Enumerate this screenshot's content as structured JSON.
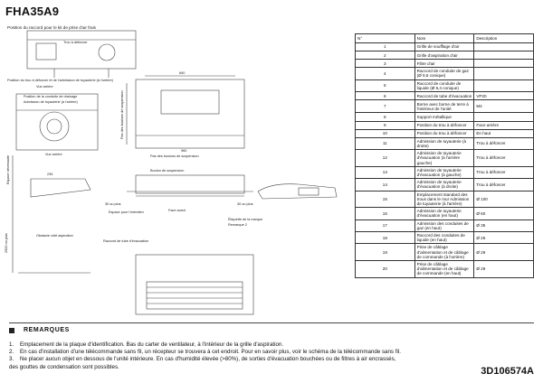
{
  "model": "FHA35A9",
  "doc_number": "3D106574A",
  "drawing_labels": {
    "raccord_kit": "Position du raccord pour le kit de prise d'air frais",
    "trou_deforcer_top": "Trou à défoncer",
    "pos_trou_admission": "Position du trou à défoncer et de l'admission de tuyauterie (à l'arrière)",
    "vue_arriere_1": "Vue arrière",
    "pos_conduite": "Position de la conduite de drainage",
    "admission_arriere": "Admission de tuyauterie (à l'arrière)",
    "vue_arriere_2": "Vue arrière",
    "pas_boulons": "Pas des boulons de suspension",
    "espace_necessaire": "Espace nécessaire",
    "obstacle": "Obstacle côté aspiration",
    "dim_2500": "2500 ou plus",
    "boulon_suspension": "Boulon de suspension",
    "espace_entretien_l": "30 ou plus",
    "espace_entretien_r": "30 ou plus",
    "espace_entretien_txt": "Espace pour l'entretien",
    "face_avant": "Face avant",
    "etiquette_marque": "Étiquette de la marque",
    "remarque_2": "Remarque 2",
    "raccord_tube": "Raccord de tube d'évacuation",
    "pas_boulons_vertical": "Pas des boulons de suspension",
    "dim_960": "960",
    "dim_690": "690",
    "dim_235": "235"
  },
  "parts_table": {
    "headers": {
      "no": "N°",
      "name": "Nom",
      "description": "Description"
    },
    "rows": [
      {
        "no": "1",
        "name": "Grille de soufflage d'air",
        "desc": ""
      },
      {
        "no": "2",
        "name": "Grille d'aspiration d'air",
        "desc": ""
      },
      {
        "no": "3",
        "name": "Filtre d'air",
        "desc": ""
      },
      {
        "no": "4",
        "name": "Raccord de conduite de gaz  (Ø 9,5 conique)",
        "desc": ""
      },
      {
        "no": "5",
        "name": "Raccord de conduite de liquide  (Ø 6,4 conique)",
        "desc": ""
      },
      {
        "no": "6",
        "name": "Raccord de tube d'évacuation",
        "desc": "VP20"
      },
      {
        "no": "7",
        "name": "Borne avec borne de terre à l'intérieur de l'unité",
        "desc": "M4"
      },
      {
        "no": "8",
        "name": "Support métallique",
        "desc": ""
      },
      {
        "no": "9",
        "name": "Position du trou à défoncer",
        "desc": "Face arrière"
      },
      {
        "no": "10",
        "name": "Position du trou à défoncer",
        "desc": "En haut"
      },
      {
        "no": "11",
        "name": "Admission de tuyauterie (à droite)",
        "desc": "Trou à défoncer"
      },
      {
        "no": "12",
        "name": "Admission de tuyauterie d'évacuation (à l'arrière gauche)",
        "desc": "Trou à défoncer"
      },
      {
        "no": "13",
        "name": "Admission de tuyauterie d'évacuation (à gauche)",
        "desc": "Trou à défoncer"
      },
      {
        "no": "14",
        "name": "Admission de tuyauterie d'évacuation (à droite)",
        "desc": "Trou à défoncer"
      },
      {
        "no": "15",
        "name": "Emplacement standard des trous dans le mur Admission de tuyauterie (à l'arrière)",
        "desc": "Ø 100"
      },
      {
        "no": "16",
        "name": "Admission de tuyauterie d'évacuation (en haut)",
        "desc": "Ø 60"
      },
      {
        "no": "17",
        "name": "Admission des conduites de gaz  (en haut)",
        "desc": "Ø 35"
      },
      {
        "no": "18",
        "name": "Raccord des conduites de liquide (en haut)",
        "desc": "Ø 25"
      },
      {
        "no": "19",
        "name": "Prise de câblage d'alimentation et de câblage de commande (à l'arrière)",
        "desc": "Ø 29"
      },
      {
        "no": "20",
        "name": "Prise de câblage d'alimentation et de câblage de commande (en haut)",
        "desc": "Ø 29"
      }
    ]
  },
  "remarks": {
    "title": "REMARQUES",
    "items": [
      {
        "n": "1.",
        "text": "Emplacement de la plaque d'identification. Bas du carter de ventilateur, à l'intérieur de la grille d'aspiration."
      },
      {
        "n": "2.",
        "text": "En cas d'installation d'une télécommande sans fil, un récepteur se trouvera à cet endroit. Pour en savoir plus, voir le schéma de la télécommande sans fil."
      },
      {
        "n": "3.",
        "text": "Ne placer aucun objet en dessous de l'unité intérieure. En cas d'humidité élevée (>80%), de sorties d'évacuation bouchées ou de filtres à air encrassés,",
        "cont": "des gouttes de condensation sont possibles."
      }
    ]
  }
}
